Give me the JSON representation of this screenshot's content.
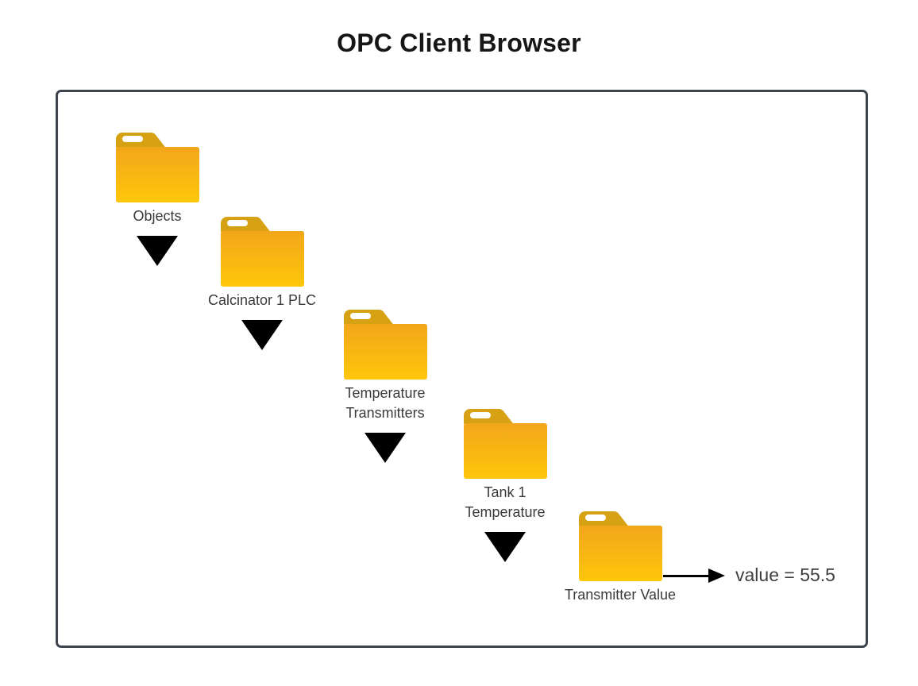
{
  "title": "OPC Client Browser",
  "browser": {
    "nodes": [
      {
        "label": "Objects",
        "expanded": true
      },
      {
        "label": "Calcinator 1 PLC",
        "expanded": true
      },
      {
        "label": "Temperature Transmitters",
        "expanded": true
      },
      {
        "label": "Tank 1 Temperature",
        "expanded": true
      },
      {
        "label": "Transmitter Value",
        "expanded": false
      }
    ],
    "leaf_value": {
      "text": "value = 55.5",
      "name": "value",
      "value": 55.5
    }
  },
  "icons": {
    "folder": "folder-icon",
    "expand": "expand-arrow-icon",
    "value_arrow": "arrow-right-icon"
  },
  "colors": {
    "folder_tab": "#d6a213",
    "folder_body_top": "#f2a61b",
    "folder_body_bottom": "#ffc70a",
    "folder_slot": "#ffffff",
    "frame_border": "#3c434d",
    "title_text": "#161616",
    "label_text": "#3a3a3a",
    "value_text": "#3f3f3f",
    "arrow": "#000000"
  }
}
